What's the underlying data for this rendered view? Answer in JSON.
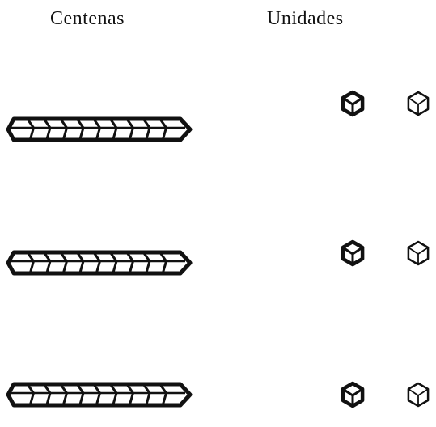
{
  "headers": {
    "tens": "Centenas",
    "units": "Unidades"
  },
  "rows": [
    {
      "rods": 1,
      "unit_cubes": 2
    },
    {
      "rods": 1,
      "unit_cubes": 2
    },
    {
      "rods": 1,
      "unit_cubes": 2
    }
  ],
  "rod": {
    "cubes_per_rod": 10
  },
  "colors": {
    "ink": "#111111",
    "background": "#ffffff"
  }
}
